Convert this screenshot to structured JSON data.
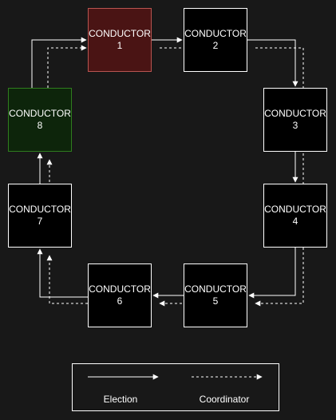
{
  "colors": {
    "background": "#181818",
    "node_fill": "#000000",
    "leader_fill": "#4a1414",
    "leader_border": "#b85450",
    "initiator_fill": "#0d250b",
    "initiator_border": "#2f7d1e",
    "stroke": "#ffffff"
  },
  "nodes": [
    {
      "id": "conductor-1",
      "title": "CONDUCTOR",
      "number": "1",
      "role": "leader"
    },
    {
      "id": "conductor-2",
      "title": "CONDUCTOR",
      "number": "2",
      "role": "normal"
    },
    {
      "id": "conductor-3",
      "title": "CONDUCTOR",
      "number": "3",
      "role": "normal"
    },
    {
      "id": "conductor-4",
      "title": "CONDUCTOR",
      "number": "4",
      "role": "normal"
    },
    {
      "id": "conductor-5",
      "title": "CONDUCTOR",
      "number": "5",
      "role": "normal"
    },
    {
      "id": "conductor-6",
      "title": "CONDUCTOR",
      "number": "6",
      "role": "normal"
    },
    {
      "id": "conductor-7",
      "title": "CONDUCTOR",
      "number": "7",
      "role": "normal"
    },
    {
      "id": "conductor-8",
      "title": "CONDUCTOR",
      "number": "8",
      "role": "initiator"
    }
  ],
  "legend": {
    "election_label": "Election",
    "coordinator_label": "Coordinator"
  }
}
